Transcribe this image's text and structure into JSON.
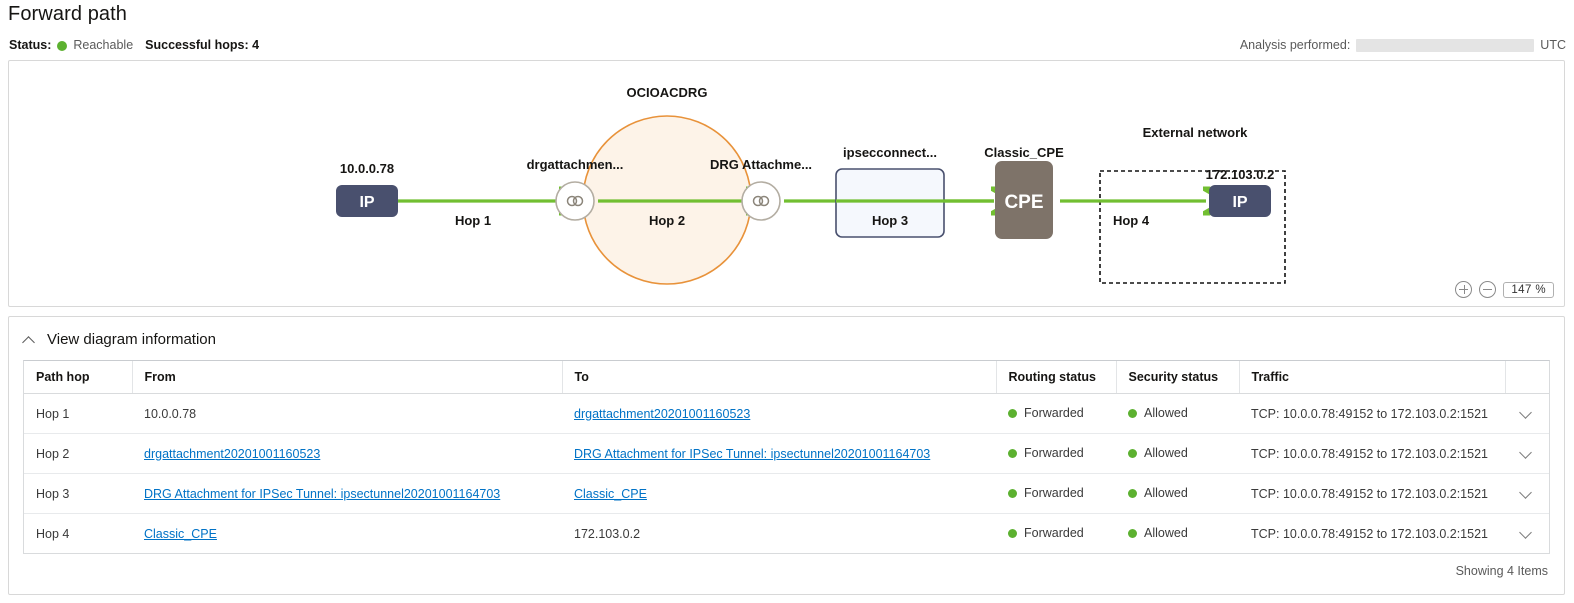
{
  "header": {
    "title": "Forward path",
    "status_label": "Status:",
    "status_value": "Reachable",
    "hops_label": "Successful hops: 4",
    "analysis_label": "Analysis performed:",
    "analysis_timezone": "UTC",
    "status_color": "#5cb130"
  },
  "diagram": {
    "zoom": {
      "plus_icon": "plus-circle-icon",
      "minus_icon": "minus-circle-icon",
      "level": "147 %"
    },
    "groups": [
      {
        "name": "OCIOACDRG",
        "shape": "circle",
        "border_color": "#e8923a",
        "fill_color": "#fdf4e9"
      },
      {
        "name": "External network",
        "shape": "dashed-rect",
        "border_color": "#1a1a1a",
        "fill_color": "#ffffff"
      }
    ],
    "nodes": [
      {
        "id": "src-ip",
        "label": "10.0.0.78",
        "glyph": "IP",
        "kind": "ip-node",
        "fill": "#49506e"
      },
      {
        "id": "drg-att-1",
        "label": "drgattachmen...",
        "glyph": "",
        "kind": "drg-attachment-node",
        "fill": "#ffffff"
      },
      {
        "id": "drg-att-2",
        "label": "DRG Attachme...",
        "glyph": "",
        "kind": "drg-attachment-node",
        "fill": "#ffffff"
      },
      {
        "id": "ipsec",
        "label": "ipsecconnect...",
        "glyph": "",
        "kind": "ipsec-connection-node",
        "fill": "#f4f7fc"
      },
      {
        "id": "cpe",
        "label": "Classic_CPE",
        "glyph": "CPE",
        "kind": "cpe-node",
        "fill": "#7e7369"
      },
      {
        "id": "dst-ip",
        "label": "172.103.0.2",
        "glyph": "IP",
        "kind": "ip-node",
        "fill": "#49506e"
      }
    ],
    "edges": [
      {
        "label": "Hop 1"
      },
      {
        "label": "Hop 2"
      },
      {
        "label": "Hop 3"
      },
      {
        "label": "Hop 4"
      }
    ],
    "edge_color": "#72bf31"
  },
  "accordion": {
    "toggle_label": "View diagram information",
    "expanded": true
  },
  "table": {
    "columns": [
      "Path hop",
      "From",
      "To",
      "Routing status",
      "Security status",
      "Traffic"
    ],
    "rows": [
      {
        "hop": "Hop 1",
        "from": "10.0.0.78",
        "from_is_link": false,
        "to": "drgattachment20201001160523",
        "to_is_link": true,
        "routing_status": "Forwarded",
        "security_status": "Allowed",
        "traffic": "TCP: 10.0.0.78:49152 to 172.103.0.2:1521"
      },
      {
        "hop": "Hop 2",
        "from": "drgattachment20201001160523",
        "from_is_link": true,
        "to": "DRG Attachment for IPSec Tunnel: ipsectunnel20201001164703",
        "to_is_link": true,
        "routing_status": "Forwarded",
        "security_status": "Allowed",
        "traffic": "TCP: 10.0.0.78:49152 to 172.103.0.2:1521"
      },
      {
        "hop": "Hop 3",
        "from": "DRG Attachment for IPSec Tunnel: ipsectunnel20201001164703",
        "from_is_link": true,
        "to": "Classic_CPE",
        "to_is_link": true,
        "routing_status": "Forwarded",
        "security_status": "Allowed",
        "traffic": "TCP: 10.0.0.78:49152 to 172.103.0.2:1521"
      },
      {
        "hop": "Hop 4",
        "from": "Classic_CPE",
        "from_is_link": true,
        "to": "172.103.0.2",
        "to_is_link": false,
        "routing_status": "Forwarded",
        "security_status": "Allowed",
        "traffic": "TCP: 10.0.0.78:49152 to 172.103.0.2:1521"
      }
    ],
    "footer": "Showing 4 Items",
    "status_dot_color": "#5cb130",
    "link_color": "#0072c6"
  }
}
